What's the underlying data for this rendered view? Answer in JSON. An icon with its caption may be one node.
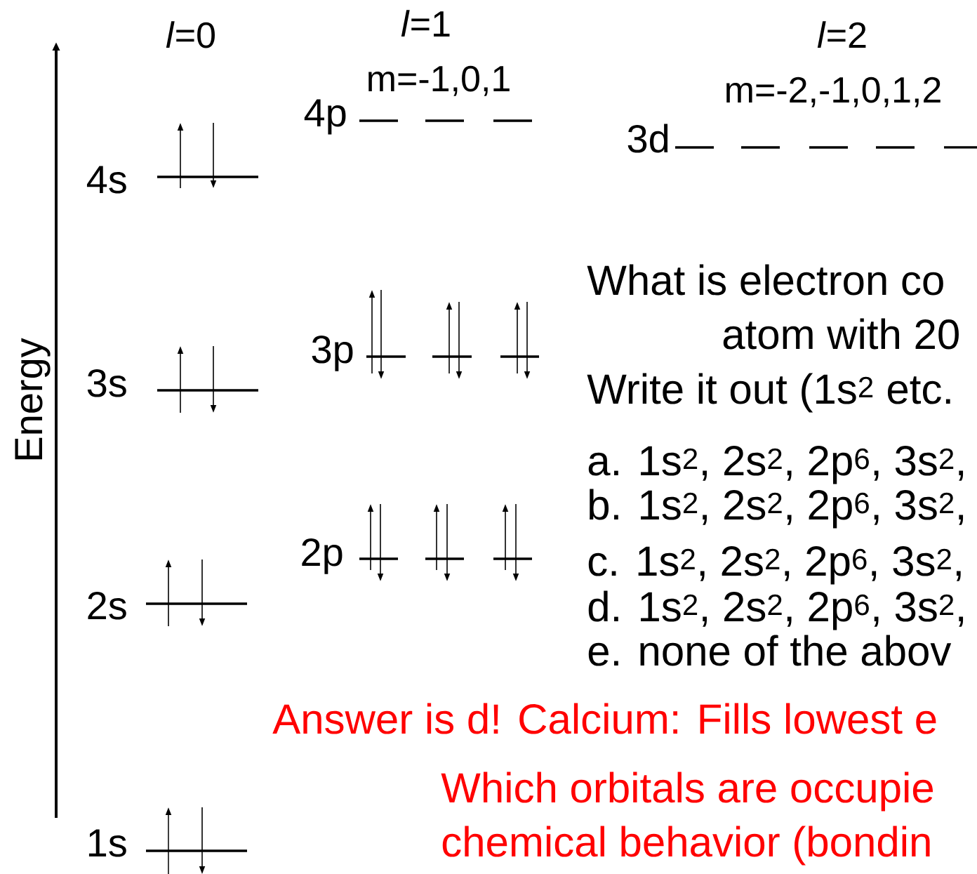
{
  "diagram": {
    "labels": [
      "*l*=0",
      "*l*=1",
      "m=-1,0,1",
      "*l*=2",
      "m=-2,-1,0,1,2",
      "4p",
      "3d",
      "4s",
      "Energy",
      "What is electron co",
      "atom with 20",
      "3p",
      "3s",
      "Write it out (1s$^{2}$ etc.",
      "a. 1s$^{2}$, 2s$^{2}$, 2p$^{6}$, 3s$^{2}$,",
      "b. 1s$^{2}$, 2s$^{2}$, 2p$^{6}$, 3s$^{2}$,",
      "2p",
      "c. 1s$^{2}$, 2s$^{2}$, 2p$^{6}$, 3s$^{2}$,",
      "2s",
      "d. 1s$^{2}$, 2s$^{2}$, 2p$^{6}$, 3s$^{2}$,",
      "e. none of the abov",
      "Answer is d! Calcium: Fills lowest e",
      "Which orbitals are occupie",
      "chemical behavior (bondin",
      "1s"
    ]
  }
}
